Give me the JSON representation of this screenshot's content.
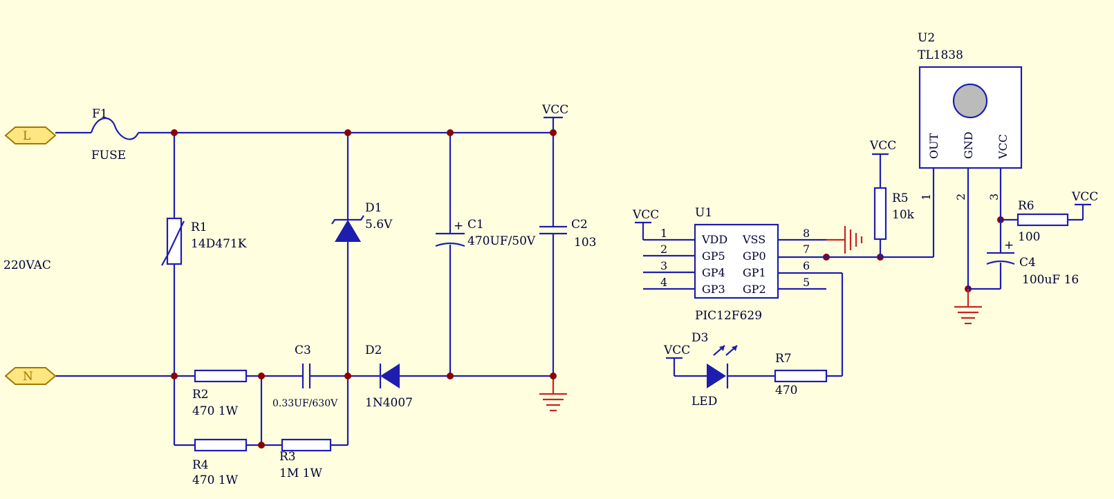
{
  "ports": {
    "line": "L",
    "neutral": "N"
  },
  "supply_label": "220VAC",
  "power_labels": {
    "vcc": "VCC"
  },
  "components": {
    "f1": {
      "ref": "F1",
      "value": "FUSE"
    },
    "r1": {
      "ref": "R1",
      "value": "14D471K"
    },
    "d1": {
      "ref": "D1",
      "value": "5.6V"
    },
    "c1": {
      "ref": "C1",
      "value": "470UF/50V"
    },
    "c2": {
      "ref": "C2",
      "value": "103"
    },
    "r2": {
      "ref": "R2",
      "value": "470 1W"
    },
    "c3": {
      "ref": "C3",
      "value": "0.33UF/630V"
    },
    "d2": {
      "ref": "D2",
      "value": "1N4007"
    },
    "r4": {
      "ref": "R4",
      "value": "470 1W"
    },
    "r3": {
      "ref": "R3",
      "value": "1M 1W"
    },
    "u1": {
      "ref": "U1",
      "value": "PIC12F629"
    },
    "r5": {
      "ref": "R5",
      "value": "10k"
    },
    "u2": {
      "ref": "U2",
      "value": "TL1838"
    },
    "r6": {
      "ref": "R6",
      "value": "100"
    },
    "c4": {
      "ref": "C4",
      "value": "100uF 16"
    },
    "d3": {
      "ref": "D3",
      "value": "LED"
    },
    "r7": {
      "ref": "R7",
      "value": "470"
    }
  },
  "u1_pins": {
    "left": [
      {
        "num": "1",
        "name": "VDD"
      },
      {
        "num": "2",
        "name": "GP5"
      },
      {
        "num": "3",
        "name": "GP4"
      },
      {
        "num": "4",
        "name": "GP3"
      }
    ],
    "right": [
      {
        "num": "8",
        "name": "VSS"
      },
      {
        "num": "7",
        "name": "GP0"
      },
      {
        "num": "6",
        "name": "GP1"
      },
      {
        "num": "5",
        "name": "GP2"
      }
    ]
  },
  "u2_pins": [
    {
      "num": "1",
      "name": "OUT"
    },
    {
      "num": "2",
      "name": "GND"
    },
    {
      "num": "3",
      "name": "VCC"
    }
  ],
  "colors": {
    "wire": "#1D1DB0",
    "junction": "#8B0000",
    "ground": "#CC2222",
    "background": "#FFFFE0",
    "port": "#FFE680"
  }
}
